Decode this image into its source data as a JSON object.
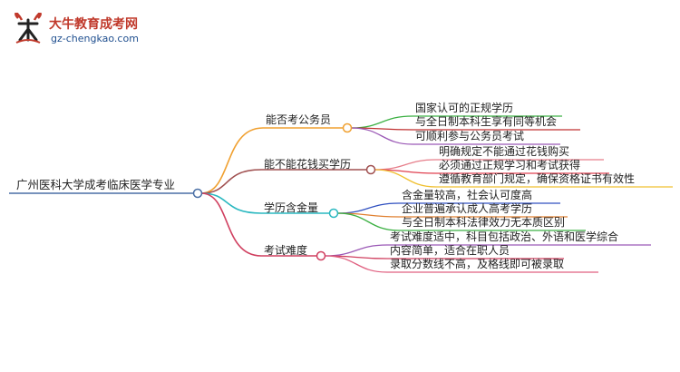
{
  "logo": {
    "title": "大牛教育成考网",
    "url": "gz-chengkao.com"
  },
  "mindmap": {
    "root": "广州医科大学成考临床医学专业",
    "branches": [
      {
        "label": "能否考公务员",
        "color": "#f0a030",
        "children": [
          "国家认可的正规学历",
          "与全日制本科生享有同等机会",
          "可顺利参与公务员考试"
        ]
      },
      {
        "label": "能不能花钱买学历",
        "color": "#a05050",
        "children": [
          "明确规定不能通过花钱购买",
          "必须通过正规学习和考试获得",
          "遵循教育部门规定，确保资格证书有效性"
        ]
      },
      {
        "label": "学历含金量",
        "color": "#2ab8c0",
        "children": [
          "含金量较高，社会认可度高",
          "企业普遍承认成人高考学历",
          "与全日制本科法律效力无本质区别"
        ]
      },
      {
        "label": "考试难度",
        "color": "#d04060",
        "children": [
          "考试难度适中，科目包括政治、外语和医学综合",
          "内容简单，适合在职人员",
          "录取分数线不高，及格线即可被录取"
        ]
      }
    ],
    "leaf_colors": [
      [
        "#3cb043",
        "#c03030",
        "#9b59b6"
      ],
      [
        "#e67e8a",
        "#e04050",
        "#f0c030"
      ],
      [
        "#3050c0",
        "#e08030",
        "#3cb043"
      ],
      [
        "#9b59b6",
        "#d04060",
        "#e06080"
      ]
    ]
  }
}
